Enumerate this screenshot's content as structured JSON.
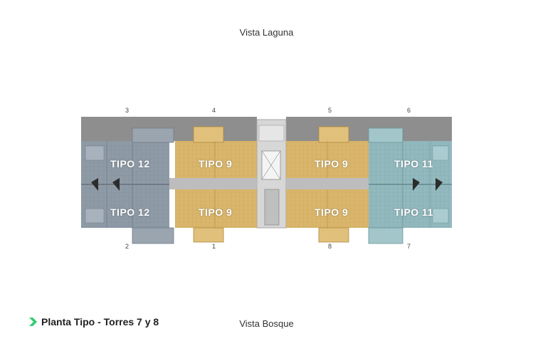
{
  "views": {
    "top": "Vista Laguna",
    "bottom": "Vista Bosque"
  },
  "unit_numbers": {
    "n3": "3",
    "n4": "4",
    "n5": "5",
    "n6": "6",
    "n2": "2",
    "n1": "1",
    "n8": "8",
    "n7": "7"
  },
  "units": {
    "tl": "TIPO 12",
    "bl": "TIPO 12",
    "tcl": "TIPO 9",
    "bcl": "TIPO 9",
    "tcr": "TIPO 9",
    "bcr": "TIPO 9",
    "tr": "TIPO 11",
    "br": "TIPO 11"
  },
  "footer": {
    "title": "Planta Tipo - Torres 7 y 8"
  },
  "colors": {
    "accent": "#2ecc71",
    "tipo12": "#8d9aa8",
    "tipo9": "#d8b56a",
    "tipo11": "#8fb8bd",
    "terrace": "#8f8f8f"
  }
}
